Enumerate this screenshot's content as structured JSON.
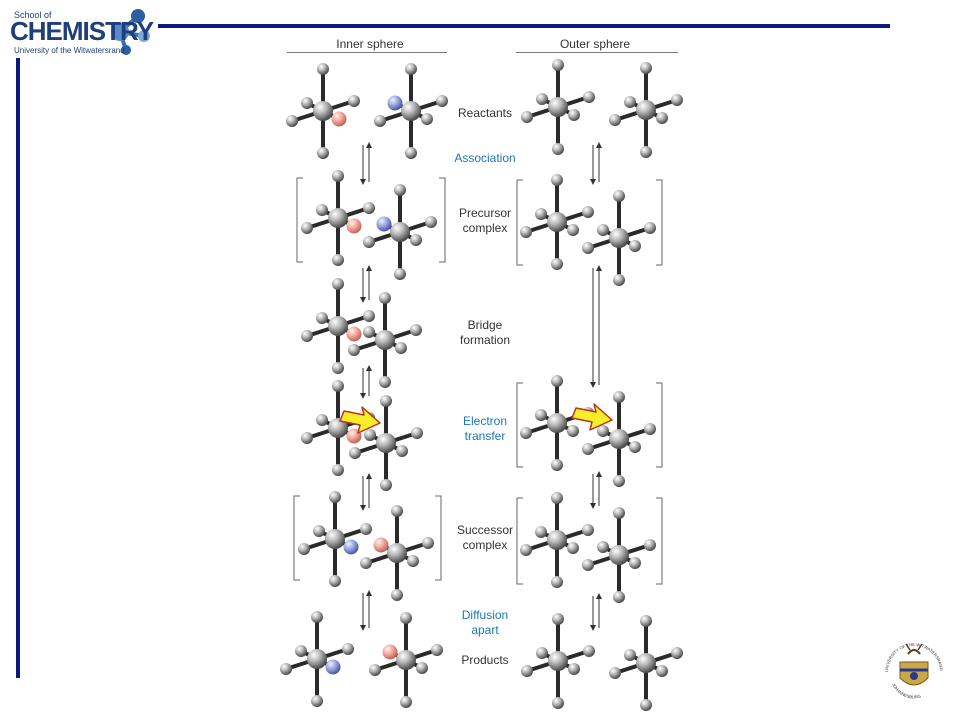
{
  "logo": {
    "top_text": "School of",
    "main_text": "CHEMISTRY",
    "bottom_text": "University of the Witwatersrand"
  },
  "columns": {
    "inner": "Inner sphere",
    "outer": "Outer sphere"
  },
  "steps": {
    "reactants": "Reactants",
    "association": "Association",
    "precursor_1": "Precursor",
    "precursor_2": "complex",
    "bridge_1": "Bridge",
    "bridge_2": "formation",
    "electron_1": "Electron",
    "electron_2": "transfer",
    "successor_1": "Successor",
    "successor_2": "complex",
    "diffusion_1": "Diffusion",
    "diffusion_2": "apart",
    "products": "Products"
  },
  "crest": {
    "arc_top": "UNIVERSITY OF THE WITWATERSRAND",
    "arc_bottom": "JOHANNESBURG"
  },
  "colors": {
    "rule": "#0c1880",
    "blue_label": "#1a78b4",
    "bridging_ligand": "#f2a89c",
    "entering_ligand": "#9aa6e0",
    "electron_arrow": "#f7ee2a"
  }
}
